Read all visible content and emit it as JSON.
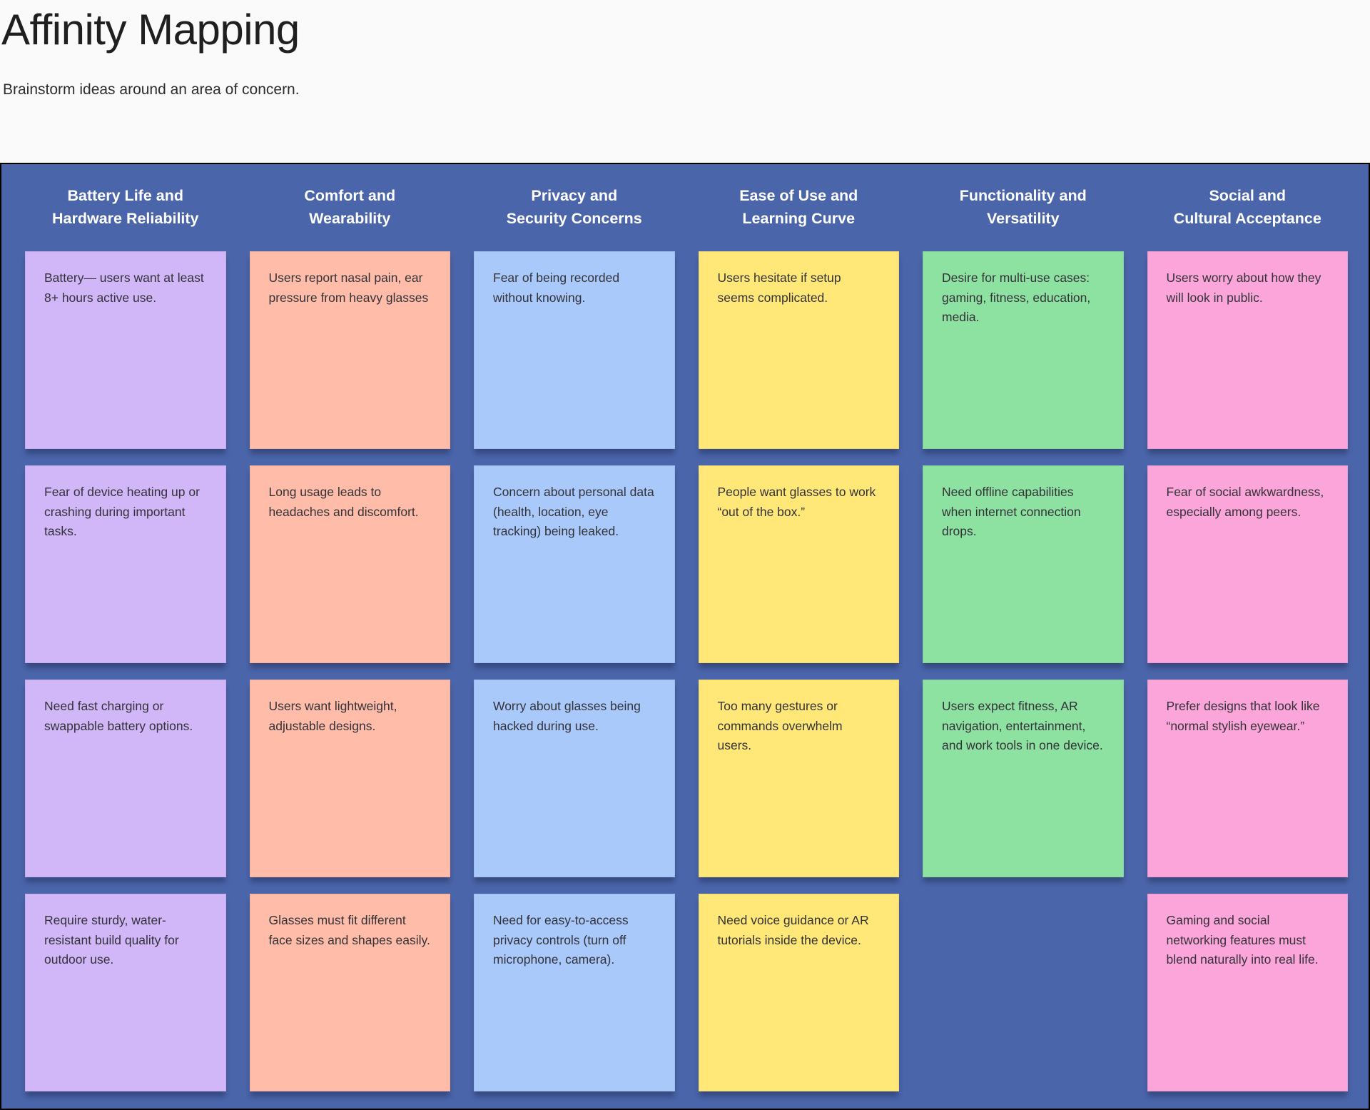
{
  "page": {
    "title": "Affinity Mapping",
    "subtitle": "Brainstorm ideas around an area of concern.",
    "background": "#fafafa"
  },
  "board": {
    "background": "#4b65ab",
    "columns": [
      {
        "id": "battery-life-and-hardware-reliability",
        "title_lines": [
          "Battery Life and",
          "Hardware Reliability"
        ],
        "note_color": "#d1b6f8",
        "notes": [
          "Battery— users want at least 8+ hours active use.",
          "Fear of device heating up or crashing during important tasks.",
          "Need fast charging or swappable battery options.",
          "Require sturdy, water-resistant build quality for outdoor use."
        ]
      },
      {
        "id": "comfort-and-wearability",
        "title_lines": [
          "Comfort and",
          "Wearability"
        ],
        "note_color": "#ffbda9",
        "notes": [
          "Users report nasal pain, ear pressure from heavy glasses",
          "Long usage leads to headaches and discomfort.",
          "Users want lightweight, adjustable designs.",
          "Glasses must fit different face sizes and shapes easily."
        ]
      },
      {
        "id": "privacy-and-security-concerns",
        "title_lines": [
          "Privacy and",
          "Security Concerns"
        ],
        "note_color": "#a9c9fb",
        "notes": [
          "Fear of being recorded without knowing.",
          "Concern about personal data (health, location, eye tracking) being leaked.",
          "Worry about glasses being hacked during use.",
          "Need for easy-to-access privacy controls (turn off microphone, camera)."
        ]
      },
      {
        "id": "ease-of-use-and-learning-curve",
        "title_lines": [
          "Ease of Use and",
          "Learning Curve"
        ],
        "note_color": "#ffe878",
        "notes": [
          "Users hesitate if setup seems complicated.",
          "People want glasses to work “out of the box.”",
          "Too many gestures or commands overwhelm users.",
          "Need voice guidance or AR tutorials inside the device."
        ]
      },
      {
        "id": "functionality-and-versatility",
        "title_lines": [
          "Functionality and",
          "Versatility"
        ],
        "note_color": "#8ee2a1",
        "notes": [
          "Desire for multi-use cases: gaming, fitness, education, media.",
          "Need offline capabilities when internet connection drops.",
          "Users expect fitness, AR navigation, entertainment, and work tools in one device."
        ]
      },
      {
        "id": "social-and-cultural-acceptance",
        "title_lines": [
          "Social and",
          "Cultural Acceptance"
        ],
        "note_color": "#fba5da",
        "notes": [
          "Users worry about how they will look in public.",
          "Fear of social awkwardness, especially among peers.",
          "Prefer designs that look like “normal stylish eyewear.”",
          "Gaming and social networking features must blend naturally into real life."
        ]
      }
    ]
  }
}
